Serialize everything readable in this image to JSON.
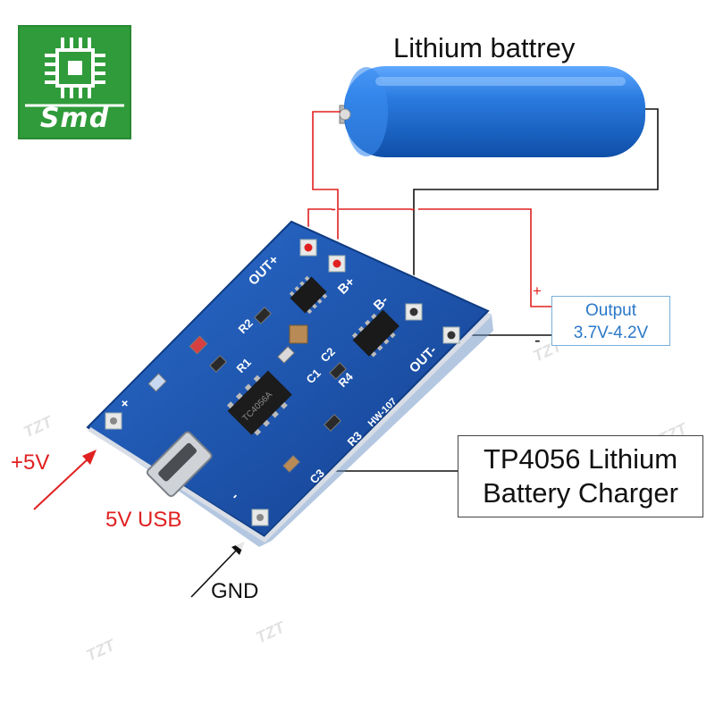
{
  "logo": {
    "text": "Smd",
    "color": "#2f9b3a"
  },
  "battery": {
    "label": "Lithium battrey",
    "color": "#1f6fd0"
  },
  "output": {
    "plus": "+",
    "minus": "-",
    "line1": "Output",
    "line2": "3.7V-4.2V"
  },
  "input": {
    "plus_label": "+5V",
    "usb_label": "5V USB",
    "gnd_label": "GND"
  },
  "board": {
    "color": "#1a56b0",
    "pads": {
      "out_plus": "OUT+",
      "b_plus": "B+",
      "b_minus": "B-",
      "out_minus": "OUT-",
      "in_plus": "+",
      "in_minus": "-"
    },
    "model": "HW-107",
    "chip_marking": "TC4056A",
    "components": [
      "C1",
      "C2",
      "C3",
      "R1",
      "R3",
      "R4",
      "R2"
    ]
  },
  "charger": {
    "line1": "TP4056 Lithium",
    "line2": "Battery Charger"
  },
  "watermark": "TZT",
  "colors": {
    "positive_wire": "#e02020",
    "negative_wire": "#111111"
  }
}
